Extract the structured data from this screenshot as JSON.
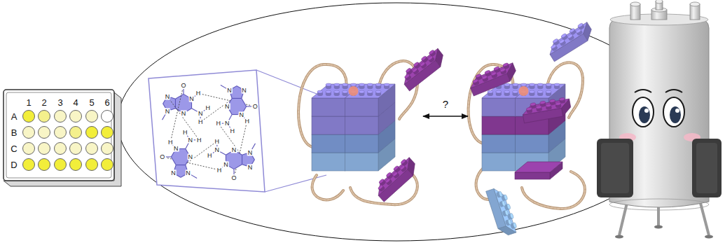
{
  "diagram": {
    "labels": [
      "1",
      "2",
      "3",
      "4",
      "5",
      "6",
      "A",
      "B",
      "C",
      "D",
      "O",
      "N",
      "H",
      "N",
      "H",
      "H",
      "N",
      "N",
      "N",
      "O",
      "N",
      "H",
      "N",
      "H",
      "H",
      "N",
      "N",
      "N",
      "O",
      "N",
      "H",
      "N",
      "H",
      "H",
      "N",
      "N",
      "N",
      "O",
      "N",
      "H",
      "N",
      "H",
      "H",
      "N",
      "N",
      "N",
      "?"
    ]
  }
}
